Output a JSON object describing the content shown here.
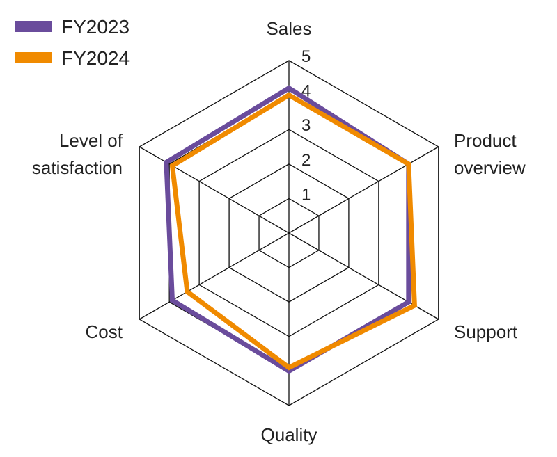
{
  "chart_data": {
    "type": "radar",
    "title": "",
    "axes": [
      "Sales",
      "Product overview",
      "Support",
      "Quality",
      "Cost",
      "Level of satisfaction"
    ],
    "axis_label_lines": [
      [
        "Sales"
      ],
      [
        "Product",
        "overview"
      ],
      [
        "Support"
      ],
      [
        "Quality"
      ],
      [
        "Cost"
      ],
      [
        "Level of",
        "satisfaction"
      ]
    ],
    "rlim": [
      0,
      5
    ],
    "ticks": [
      "1",
      "2",
      "3",
      "4",
      "5"
    ],
    "grid": true,
    "legend_position": "top-left",
    "series": [
      {
        "name": "FY2023",
        "color": "#6a4c9c",
        "values": [
          4.2,
          4.0,
          4.0,
          4.0,
          3.9,
          4.1
        ]
      },
      {
        "name": "FY2024",
        "color": "#f08a00",
        "values": [
          4.0,
          4.0,
          4.2,
          3.9,
          3.4,
          3.9
        ]
      }
    ]
  }
}
